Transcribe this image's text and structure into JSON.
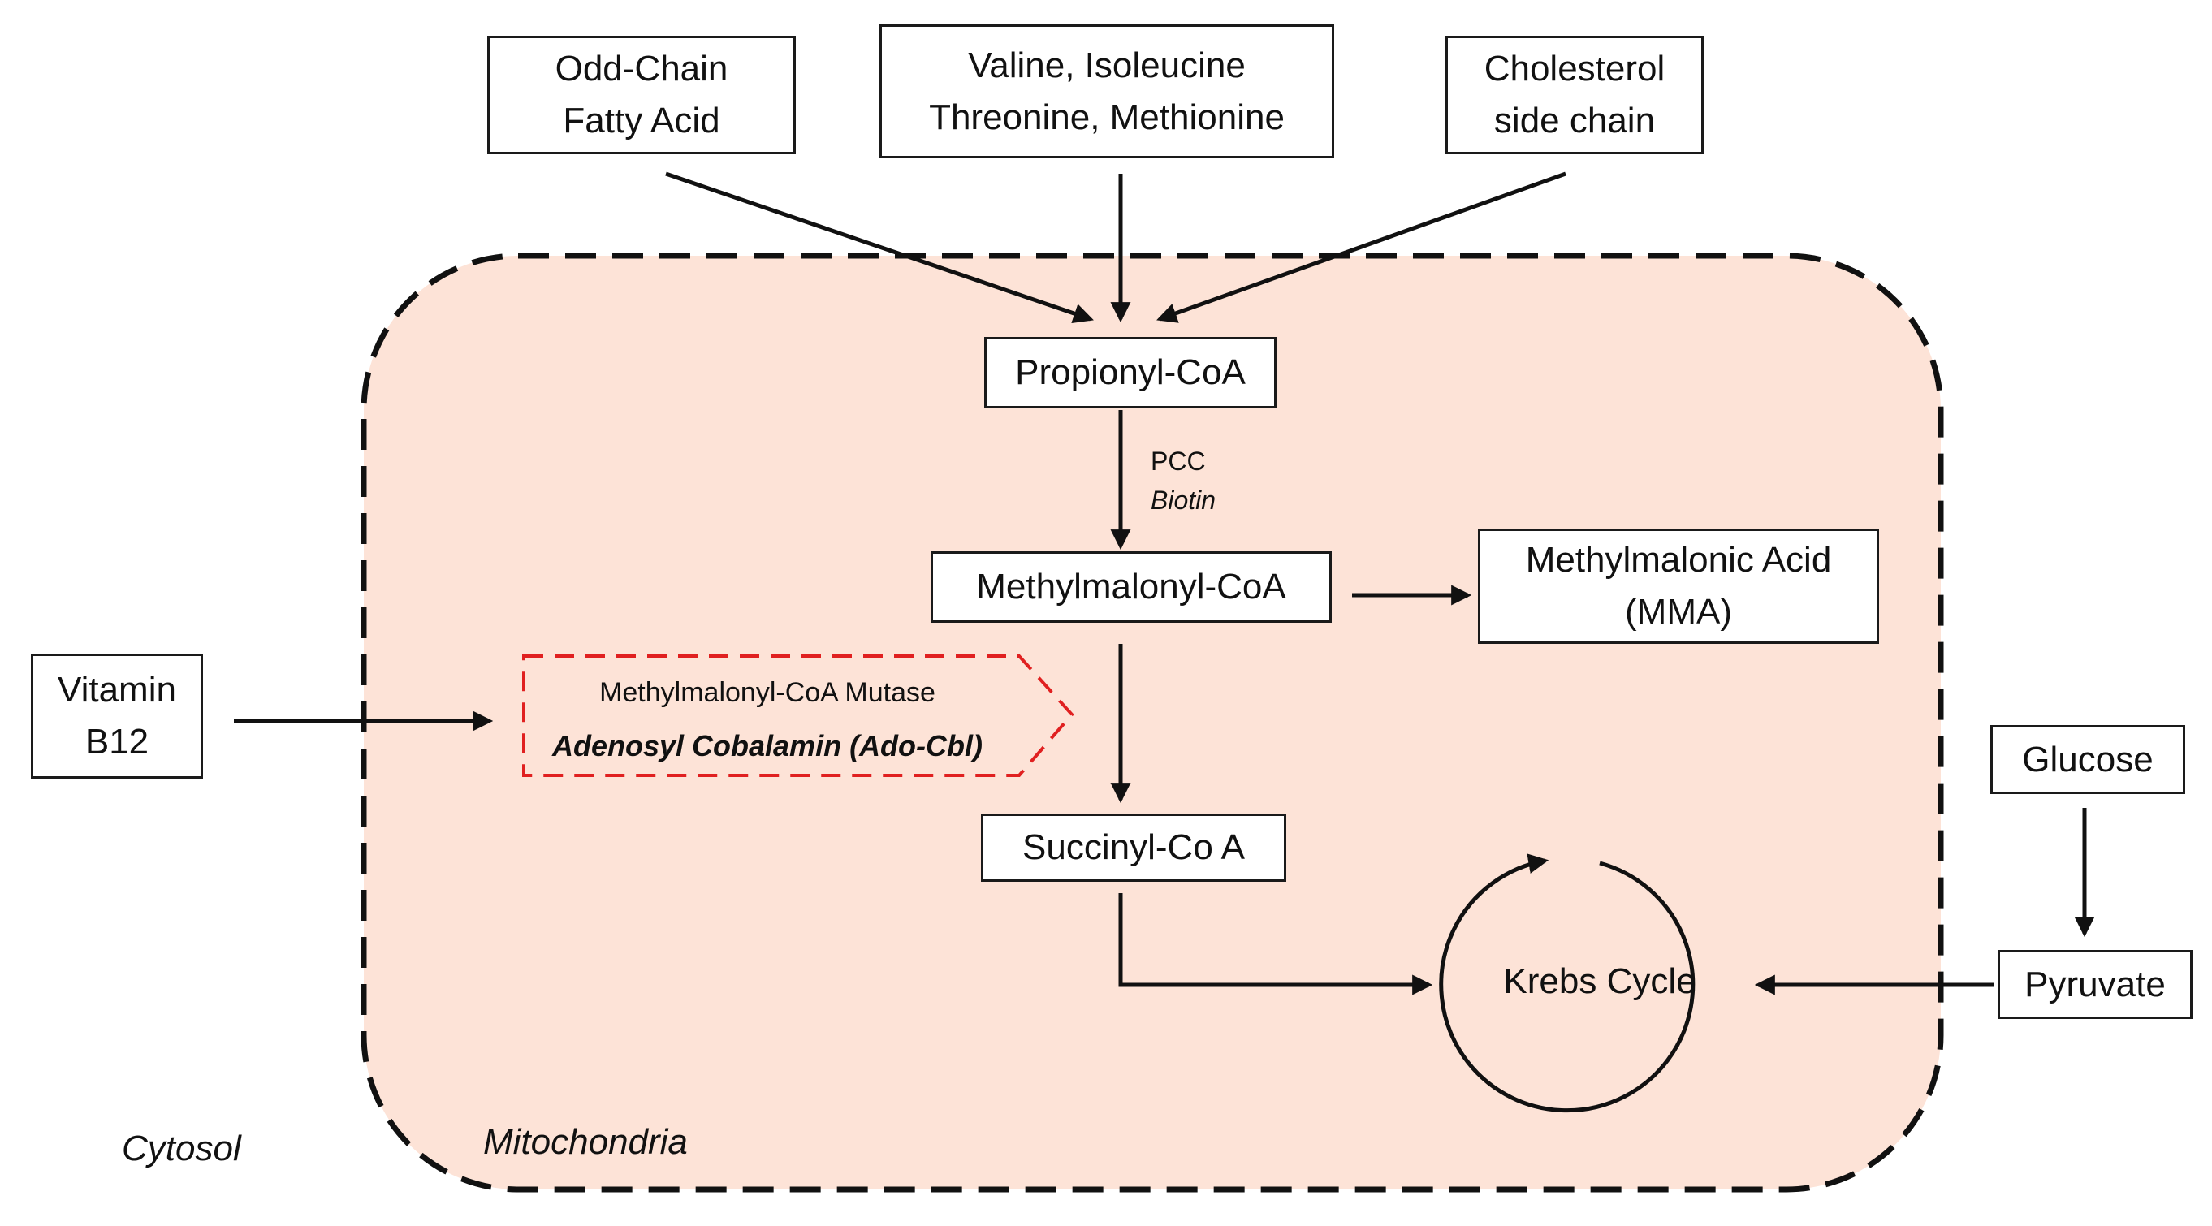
{
  "colors": {
    "mitochondria_fill": "#fde3d7",
    "outline": "#111111",
    "enzyme_border": "#e02020"
  },
  "sources": {
    "odd_chain": [
      "Odd-Chain",
      "Fatty Acid"
    ],
    "amino_acids": [
      "Valine, Isoleucine",
      "Threonine, Methionine"
    ],
    "cholesterol": [
      "Cholesterol",
      "side chain"
    ]
  },
  "nodes": {
    "propionyl": "Propionyl-CoA",
    "methylmalonyl": "Methylmalonyl-CoA",
    "mma": [
      "Methylmalonic Acid",
      "(MMA)"
    ],
    "succinyl": "Succinyl-Co A",
    "krebs": "Krebs Cycle",
    "vitamin_b12": [
      "Vitamin",
      "B12"
    ],
    "glucose": "Glucose",
    "pyruvate": "Pyruvate"
  },
  "cofactors": {
    "pcc": "PCC",
    "biotin": "Biotin"
  },
  "enzyme": {
    "name": "Methylmalonyl-CoA Mutase",
    "cofactor": "Adenosyl Cobalamin (Ado-Cbl)"
  },
  "regions": {
    "cytosol": "Cytosol",
    "mitochondria": "Mitochondria"
  }
}
